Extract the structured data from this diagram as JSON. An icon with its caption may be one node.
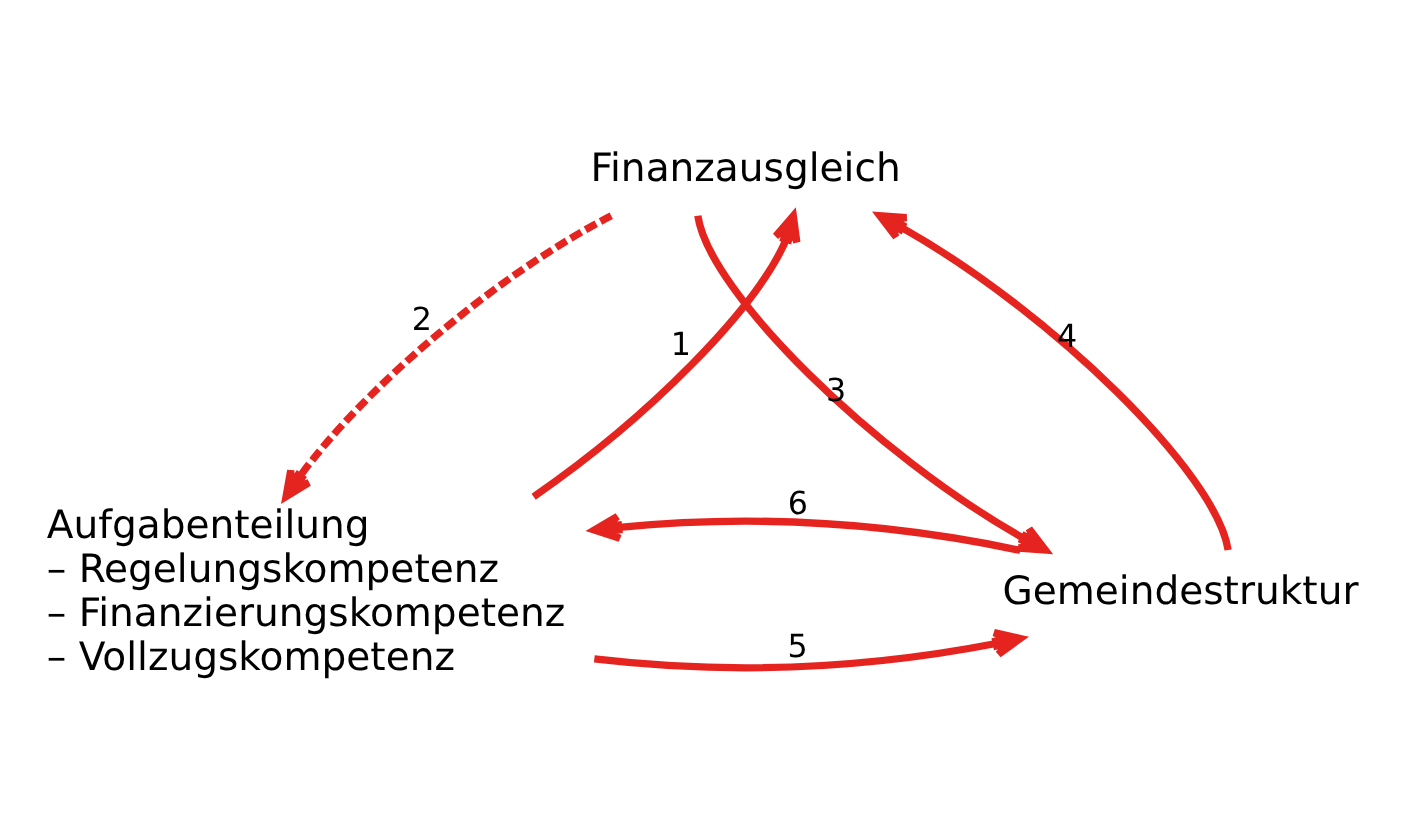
{
  "diagram": {
    "nodes": [
      {
        "text": [
          "Finanzausgleich"
        ]
      },
      {
        "text": [
          "Aufgabenteilung"
        ],
        "beside": [
          "– Regelungskompetenz",
          "– Finanzierungskompetenz",
          "– Vollzugskompetenz"
        ]
      },
      {
        "text": [
          "Gemeindestruktur"
        ]
      }
    ],
    "edges": [
      {
        "from": 1,
        "to": 0,
        "arrow": "to",
        "label": "1",
        "color": "#e52420"
      },
      {
        "from": 0,
        "to": 1,
        "arrow": "to",
        "label": "2",
        "style": "dashed",
        "color": "#e52420"
      },
      {
        "from": 0,
        "to": 2,
        "arrow": "to",
        "label": "3",
        "color": "#e52420"
      },
      {
        "from": 2,
        "to": 0,
        "arrow": "to",
        "label": "4",
        "color": "#e52420"
      },
      {
        "from": 1,
        "to": 2,
        "arrow": "to",
        "label": "5",
        "color": "#e52420"
      },
      {
        "from": 2,
        "to": 1,
        "arrow": "to",
        "label": "6",
        "color": "#e52420"
      }
    ]
  }
}
